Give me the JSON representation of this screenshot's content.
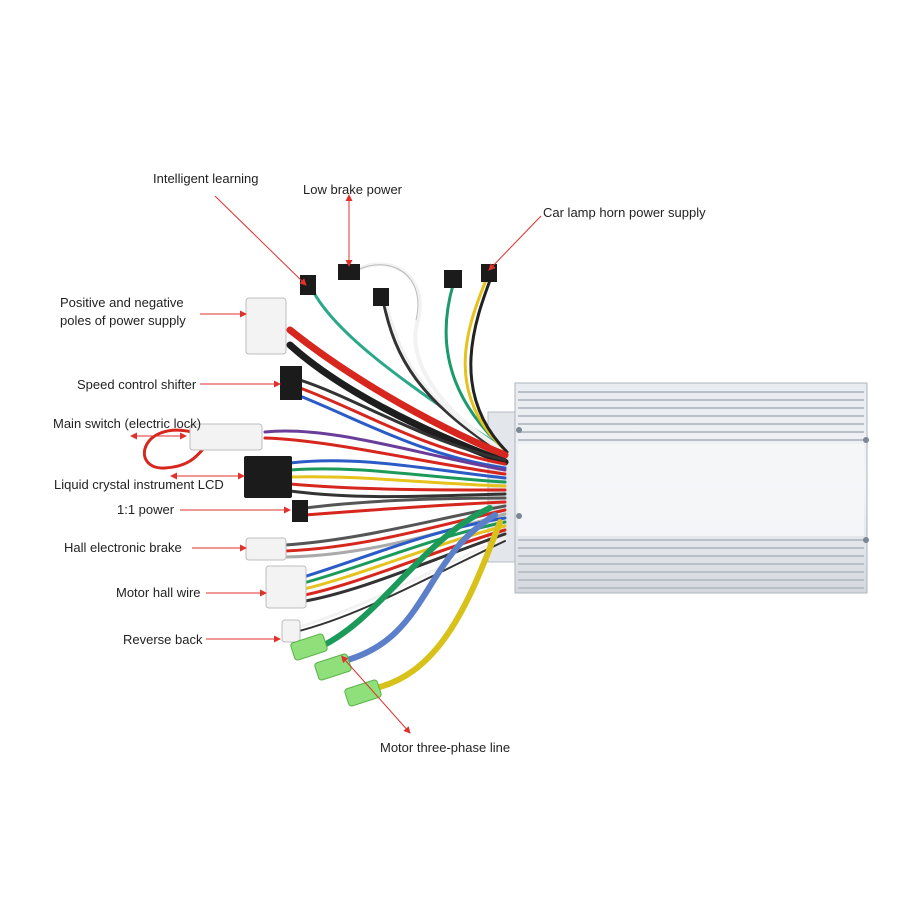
{
  "labels": {
    "intelligent_learning": "Intelligent learning",
    "low_brake_power": "Low brake power",
    "car_lamp_horn": "Car lamp horn power supply",
    "power_supply_line1": "Positive and negative",
    "power_supply_line2": "poles of power supply",
    "speed_control": "Speed control shifter",
    "main_switch": "Main switch (electric lock)",
    "lcd": "Liquid crystal instrument LCD",
    "one_one_power": "1:1 power",
    "hall_brake": "Hall electronic brake",
    "motor_hall": "Motor hall wire",
    "reverse_back": "Reverse back",
    "three_phase": "Motor three-phase line"
  },
  "colors": {
    "arrow": "#e0322c",
    "housing": "#d9dde3",
    "fin": "#bcc2ca",
    "phase_green": "#1c9a5a",
    "phase_blue": "#5b7fc8",
    "phase_yellow": "#d8c21a"
  }
}
